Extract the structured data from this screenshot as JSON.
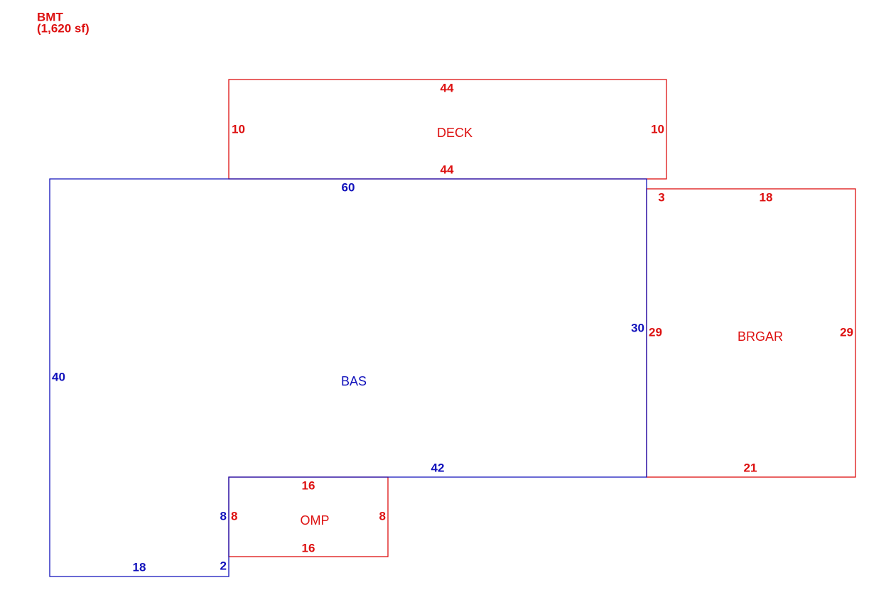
{
  "colors": {
    "red": "#dd1111",
    "blue": "#1111bb"
  },
  "header": {
    "code": "BMT",
    "area": "(1,620 sf)"
  },
  "deck": {
    "name": "DECK",
    "top": "44",
    "bottom": "44",
    "left": "10",
    "right": "10"
  },
  "bas": {
    "name": "BAS",
    "top": "60",
    "left": "40",
    "right": "30",
    "bottom_right": "42",
    "bottom_left": "18",
    "step_vertical": "8",
    "step_horizontal": "2"
  },
  "brgar": {
    "name": "BRGAR",
    "top_small": "3",
    "top": "18",
    "left": "29",
    "right": "29",
    "bottom": "21"
  },
  "omp": {
    "name": "OMP",
    "top": "16",
    "bottom": "16",
    "left": "8",
    "right": "8"
  }
}
